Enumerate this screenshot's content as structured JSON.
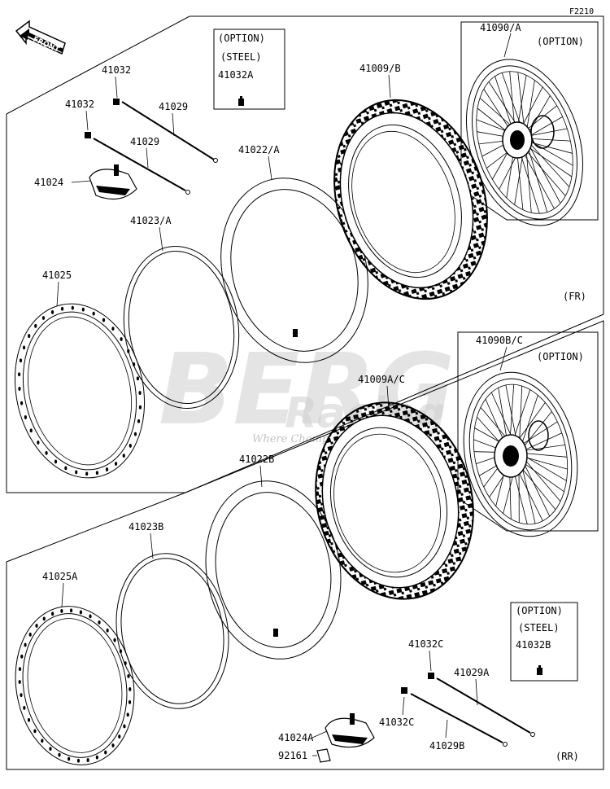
{
  "diagram_code": "F2210",
  "front_arrow": "FRONT",
  "watermark": {
    "brand": "BERG",
    "sub": "Racing",
    "tagline": "Where Champ"
  },
  "front": {
    "section_label": "(FR)",
    "labels": {
      "l41032_a": "41032",
      "l41032_b": "41032",
      "l41029_a": "41029",
      "l41029_b": "41029",
      "l41024": "41024",
      "l41023": "41023/A",
      "l41025": "41025",
      "l41022": "41022/A",
      "l41009": "41009/B",
      "l41090": "41090/A",
      "l41090_opt": "(OPTION)"
    },
    "option_box": {
      "line1": "(OPTION)",
      "line2": "(STEEL)",
      "line3": "41032A"
    }
  },
  "rear": {
    "section_label": "(RR)",
    "labels": {
      "l41090": "41090B/C",
      "l41090_opt": "(OPTION)",
      "l41009": "41009A/C",
      "l41022": "41022B",
      "l41023": "41023B",
      "l41025": "41025A",
      "l41032c_a": "41032C",
      "l41032c_b": "41032C",
      "l41029a": "41029A",
      "l41029b": "41029B",
      "l41024": "41024A",
      "l92161": "92161"
    },
    "option_box": {
      "line1": "(OPTION)",
      "line2": "(STEEL)",
      "line3": "41032B"
    }
  }
}
